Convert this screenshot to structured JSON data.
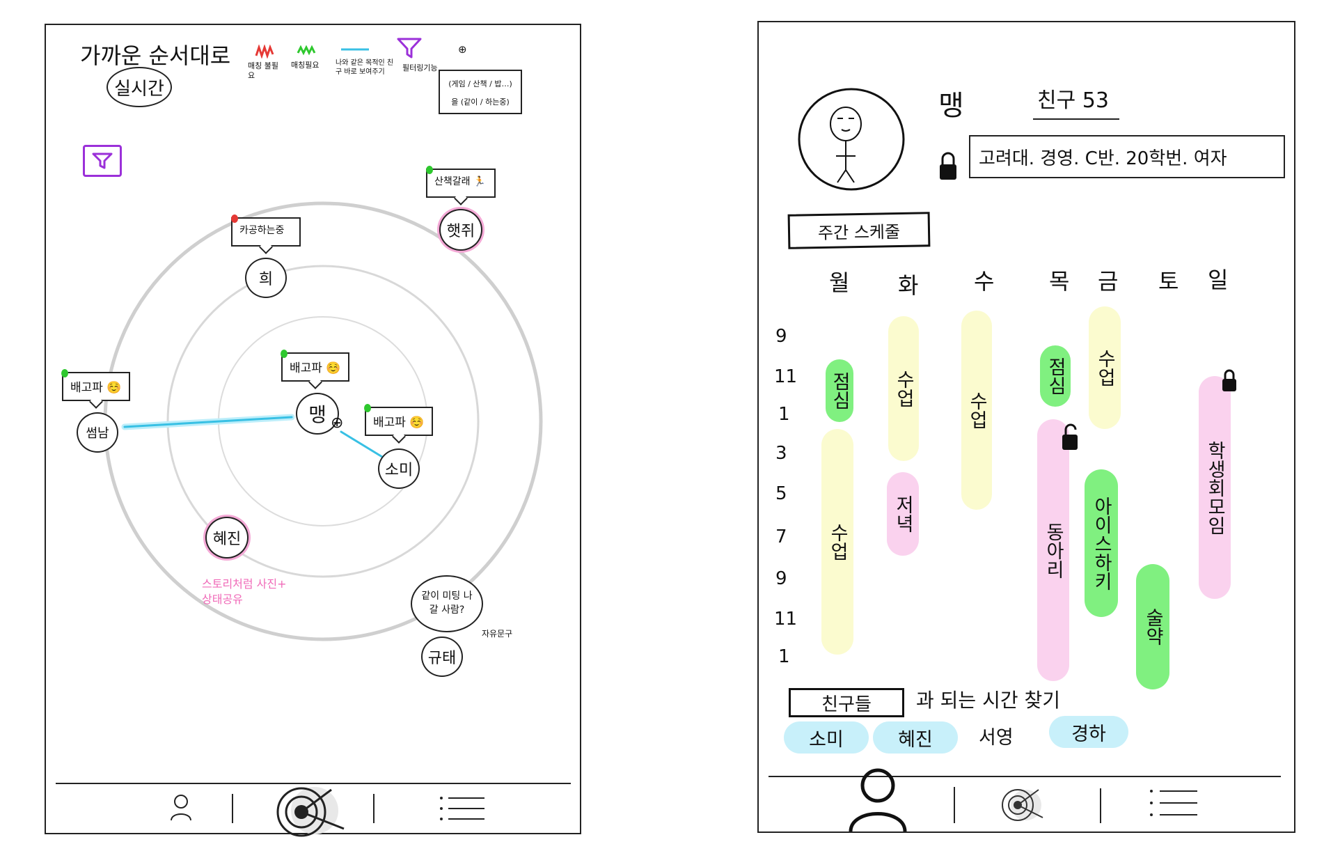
{
  "left": {
    "title": "가까운 순서대로",
    "subtitle": "실시간",
    "legend": {
      "no_match": "매칭 불필요",
      "match": "매칭필요",
      "line": "나와 같은 목적인 친구 바로 보여주기",
      "filter": "필터링기능",
      "plus_note": "(게임 / 산책 / 밥…)을 (같이 / 하는중)"
    },
    "nodes": {
      "center": "맹",
      "hee": "희",
      "hetjwi": "햇쥐",
      "sseomnam": "썸남",
      "somi": "소미",
      "hyejin": "혜진",
      "gyutae": "규태"
    },
    "tags": {
      "hee": "카공하는중",
      "hetjwi": "산책갈래 🏃",
      "center": "배고파 ☺️",
      "sseomnam": "배고파 ☺️",
      "somi": "배고파 ☺️"
    },
    "notes": {
      "hyejin": "스토리처럼 사진+ 상태공유",
      "gyutae_bubble": "같이 미팅 나갈 사람?",
      "gyutae_note": "자유문구"
    }
  },
  "right": {
    "profile": {
      "name": "맹",
      "friends": "친구 53",
      "info": "고려대. 경영. C반. 20학번. 여자"
    },
    "schedule_title": "주간 스케줄",
    "days": [
      "월",
      "화",
      "수",
      "목",
      "금",
      "토",
      "일"
    ],
    "hours": [
      "9",
      "11",
      "1",
      "3",
      "5",
      "7",
      "9",
      "11",
      "1"
    ],
    "blocks": {
      "mon_lunch": "점심",
      "mon_class": "수업",
      "tue_class": "수업",
      "tue_dinner": "저녁",
      "wed_class": "수업",
      "thu_lunch": "점심",
      "thu_club": "동아리",
      "fri_class": "수업",
      "fri_hockey": "아이스하키",
      "sat_drink": "술약",
      "sun_council": "학생회모임"
    },
    "find_label": "친구들",
    "find_text": "과 되는 시간 찾기",
    "friends": [
      "소미",
      "혜진",
      "서영",
      "경하"
    ]
  },
  "colors": {
    "red": "#e53935",
    "green": "#2ec82e",
    "line_blue": "#38c0e4",
    "filter_purple": "#9b30d9",
    "pink_ring": "#f4a9d6",
    "pink_text": "#f06ab8",
    "bar_green": "#80f080",
    "bar_yellow": "#fbfbcf",
    "bar_pink": "#fad2ee",
    "chip_blue": "#c8f0fa"
  }
}
